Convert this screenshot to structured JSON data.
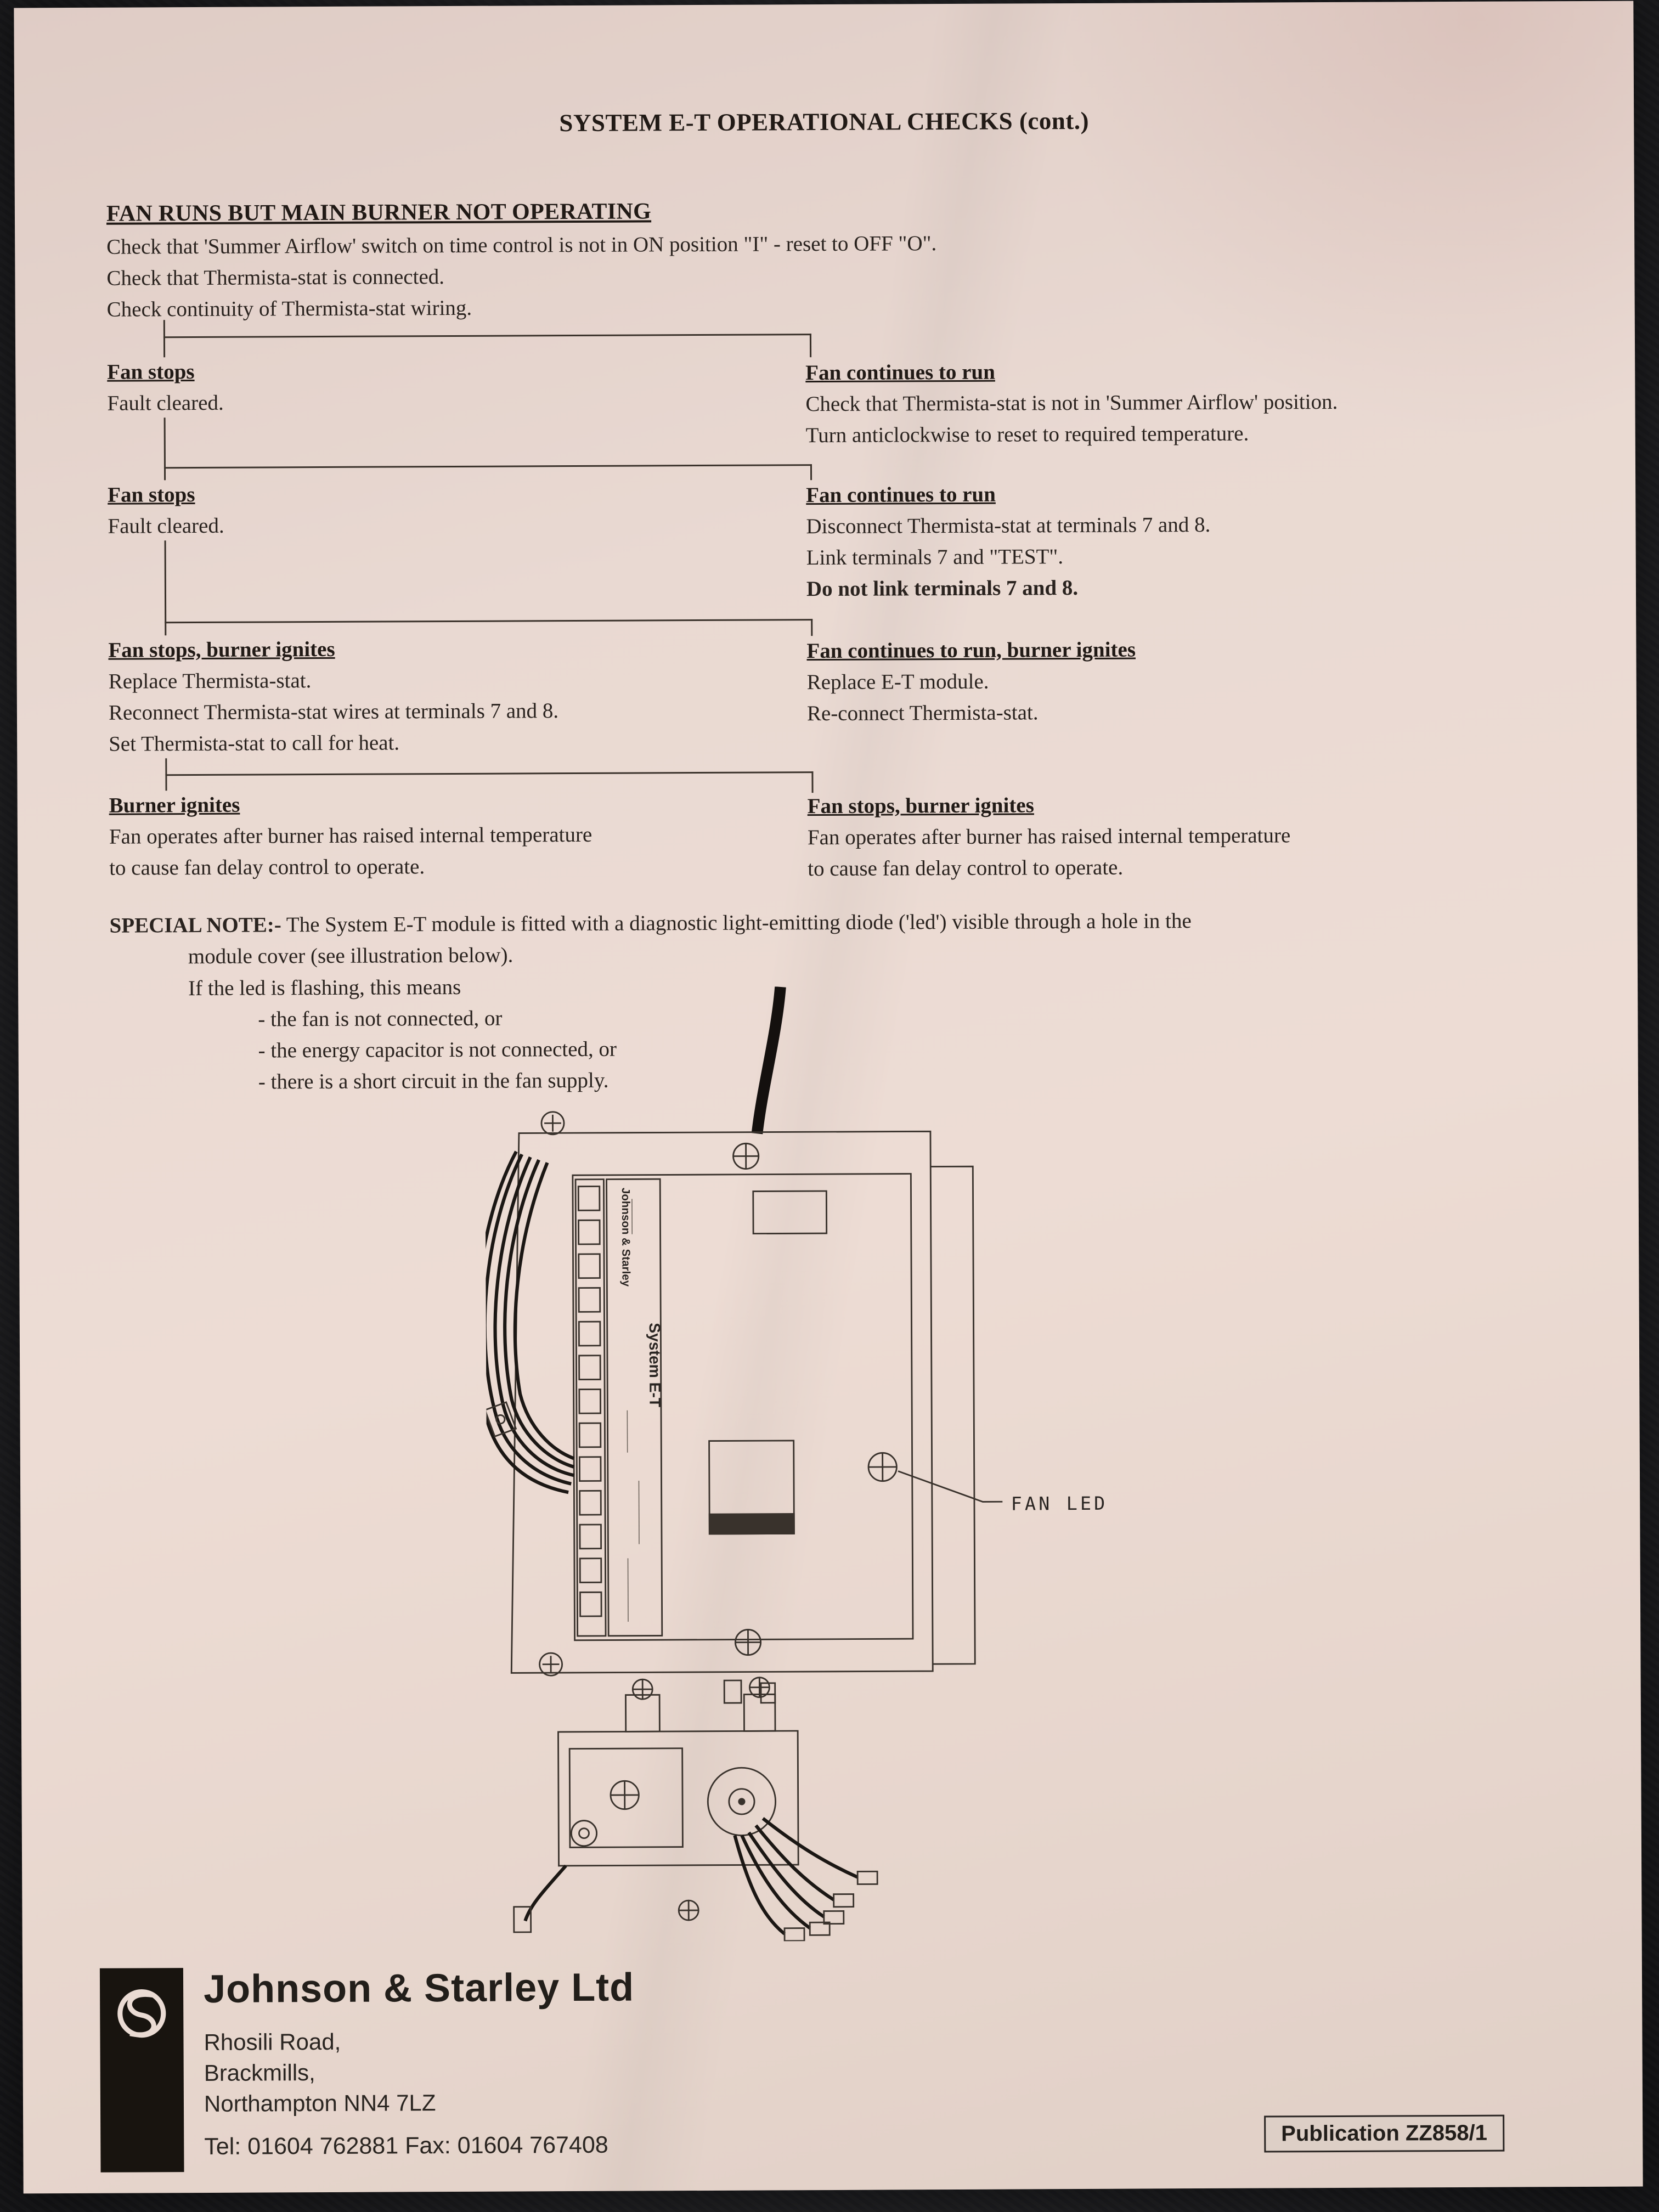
{
  "doc": {
    "title": "SYSTEM E-T OPERATIONAL CHECKS (cont.)",
    "section": {
      "heading": "FAN RUNS BUT MAIN BURNER NOT OPERATING",
      "checks": [
        "Check that 'Summer Airflow' switch on time control is not in ON position \"I\" -  reset to OFF \"O\".",
        "Check that Thermista-stat is connected.",
        "Check continuity of Thermista-stat wiring."
      ]
    },
    "flow": {
      "row1": {
        "left_heading": "Fan stops",
        "left_lines": [
          "Fault cleared."
        ],
        "right_heading": "Fan continues to run",
        "right_lines": [
          "Check that Thermista-stat is not in 'Summer Airflow' position.",
          "Turn anticlockwise to reset to required temperature."
        ]
      },
      "row2": {
        "left_heading": "Fan stops",
        "left_lines": [
          "Fault cleared."
        ],
        "right_heading": "Fan continues to run",
        "right_lines": [
          "Disconnect Thermista-stat at terminals 7 and 8.",
          "Link terminals 7 and \"TEST\".",
          "Do not link terminals 7 and 8."
        ]
      },
      "row3": {
        "left_heading": "Fan stops, burner ignites",
        "left_lines": [
          "Replace Thermista-stat.",
          "Reconnect Thermista-stat wires at terminals 7 and 8.",
          "Set Thermista-stat to call for heat."
        ],
        "right_heading": "Fan continues to run, burner ignites",
        "right_lines": [
          "Replace E-T module.",
          "Re-connect Thermista-stat."
        ]
      },
      "row4": {
        "left_heading": "Burner ignites",
        "left_lines": [
          "Fan operates after burner has raised internal temperature",
          "to cause fan delay control to operate."
        ],
        "right_heading": "Fan stops, burner ignites",
        "right_lines": [
          "Fan operates after burner has raised internal temperature",
          "to cause fan delay control to operate."
        ]
      }
    },
    "special_note": {
      "label": "SPECIAL NOTE:-",
      "line1": "The System E-T module is fitted with a diagnostic light-emitting diode ('led') visible through a hole in the",
      "line2": "module cover (see illustration below).",
      "line3": "If the led is flashing, this means",
      "bullets": [
        "- the fan is not connected, or",
        "- the energy capacitor is not connected, or",
        "- there is a short circuit in the fan supply."
      ]
    },
    "diagram": {
      "fan_led_label": "FAN LED",
      "brand_label": "Johnson & Starley",
      "model_label": "System E-T"
    },
    "footer": {
      "company": "Johnson & Starley Ltd",
      "address": [
        "Rhosili Road,",
        "Brackmills,",
        "Northampton NN4 7LZ"
      ],
      "contact": "Tel: 01604 762881   Fax: 01604 767408",
      "publication": "Publication ZZ858/1"
    }
  }
}
